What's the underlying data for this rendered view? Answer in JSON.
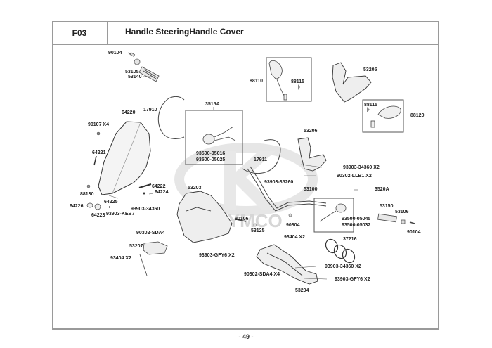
{
  "header": {
    "section_code": "F03",
    "title": "Handle SteeringHandle Cover"
  },
  "footer": {
    "page_number": "- 49 -"
  },
  "watermark": {
    "brand": "KYMCO"
  },
  "callouts": [
    {
      "id": "90104_top",
      "label": "90104"
    },
    {
      "id": "53105",
      "label": "53105"
    },
    {
      "id": "53140",
      "label": "53140"
    },
    {
      "id": "17910",
      "label": "17910"
    },
    {
      "id": "3515A",
      "label": "3515A"
    },
    {
      "id": "93500-05016",
      "label": "93500-05016"
    },
    {
      "id": "93500-05025",
      "label": "93500-05025"
    },
    {
      "id": "64220",
      "label": "64220"
    },
    {
      "id": "90107",
      "label": "90107 X4"
    },
    {
      "id": "64221",
      "label": "64221"
    },
    {
      "id": "88130",
      "label": "88130"
    },
    {
      "id": "64222",
      "label": "64222"
    },
    {
      "id": "64224",
      "label": "64224"
    },
    {
      "id": "64225",
      "label": "64225"
    },
    {
      "id": "64226",
      "label": "64226"
    },
    {
      "id": "64223",
      "label": "64223"
    },
    {
      "id": "93903-34360_left",
      "label": "93903-34360"
    },
    {
      "id": "93903-KEB7",
      "label": "93903-KEB7"
    },
    {
      "id": "88110",
      "label": "88110"
    },
    {
      "id": "88115_left",
      "label": "88115"
    },
    {
      "id": "53205",
      "label": "53205"
    },
    {
      "id": "88115_right",
      "label": "88115"
    },
    {
      "id": "88120",
      "label": "88120"
    },
    {
      "id": "53206",
      "label": "53206"
    },
    {
      "id": "17911",
      "label": "17911"
    },
    {
      "id": "93903-34360_x2_top",
      "label": "93903-34360 X2"
    },
    {
      "id": "90302-LLB1",
      "label": "90302-LLB1 X2"
    },
    {
      "id": "93903-35260",
      "label": "93903-35260"
    },
    {
      "id": "53100",
      "label": "53100"
    },
    {
      "id": "3520A",
      "label": "3520A"
    },
    {
      "id": "53203",
      "label": "53203"
    },
    {
      "id": "53150",
      "label": "53150"
    },
    {
      "id": "53106",
      "label": "53106"
    },
    {
      "id": "93500-05045",
      "label": "93500-05045"
    },
    {
      "id": "93500-05032",
      "label": "93500-05032"
    },
    {
      "id": "90104_right",
      "label": "90104"
    },
    {
      "id": "90106",
      "label": "90106"
    },
    {
      "id": "53125",
      "label": "53125"
    },
    {
      "id": "90304",
      "label": "90304"
    },
    {
      "id": "90302-SDA4",
      "label": "90302-SDA4"
    },
    {
      "id": "93404_mid",
      "label": "93404 X2"
    },
    {
      "id": "37216",
      "label": "37216"
    },
    {
      "id": "53207",
      "label": "53207"
    },
    {
      "id": "93404_left",
      "label": "93404 X2"
    },
    {
      "id": "93903-GFY6_left",
      "label": "93903-GFY6 X2"
    },
    {
      "id": "93903-34360_x2_bottom",
      "label": "93903-34360 X2"
    },
    {
      "id": "90302-SDA4_X4",
      "label": "90302-SDA4 X4"
    },
    {
      "id": "93903-GFY6_right",
      "label": "93903-GFY6 X2"
    },
    {
      "id": "53204",
      "label": "53204"
    }
  ]
}
